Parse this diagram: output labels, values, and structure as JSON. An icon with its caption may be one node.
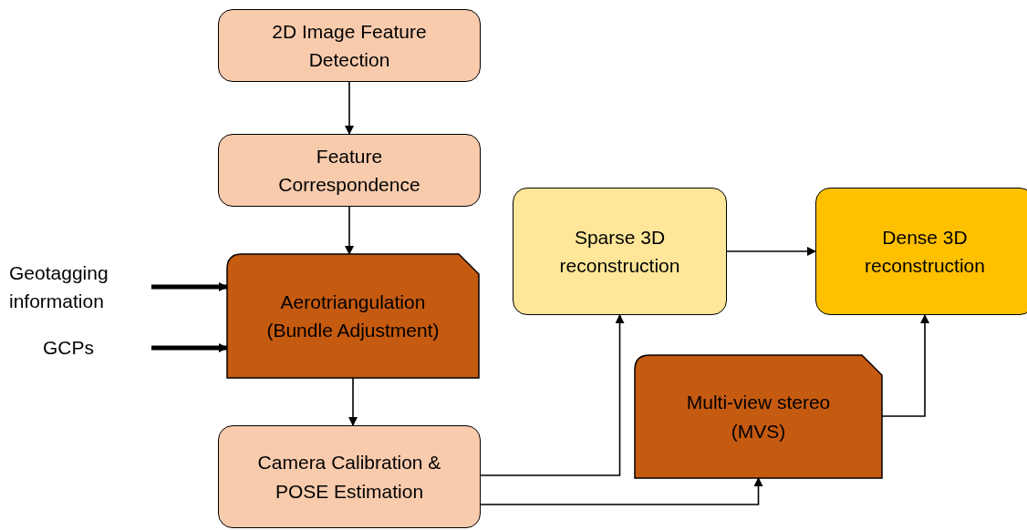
{
  "diagram": {
    "nodes": [
      {
        "text": [
          "2D Image Feature Detection"
        ]
      },
      {
        "text": [
          "Feature Correspondence"
        ]
      },
      {
        "text": [
          "Geotagging information"
        ]
      },
      {
        "text": [
          "GCPs"
        ]
      },
      {
        "text": [
          "Aerotriangulation (Bundle Adjustment)"
        ]
      },
      {
        "text": [
          "Camera Calibration & POSE Estimation"
        ]
      },
      {
        "text": [
          "Sparse 3D reconstruction"
        ]
      },
      {
        "text": [
          "Dense 3D reconstruction"
        ]
      },
      {
        "text": [
          "Multi-view stereo (MVS)"
        ]
      }
    ],
    "edges": [
      {
        "from": 0,
        "to": 1,
        "arrow": "to"
      },
      {
        "from": 1,
        "to": 4,
        "arrow": "to"
      },
      {
        "from": 2,
        "to": 4,
        "arrow": "to",
        "style": "thick"
      },
      {
        "from": 3,
        "to": 4,
        "arrow": "to",
        "style": "thick"
      },
      {
        "from": 4,
        "to": 5,
        "arrow": "to"
      },
      {
        "from": 5,
        "to": 6,
        "arrow": "to"
      },
      {
        "from": 5,
        "to": 8,
        "arrow": "to"
      },
      {
        "from": 6,
        "to": 7,
        "arrow": "to"
      },
      {
        "from": 8,
        "to": 7,
        "arrow": "to"
      }
    ]
  }
}
